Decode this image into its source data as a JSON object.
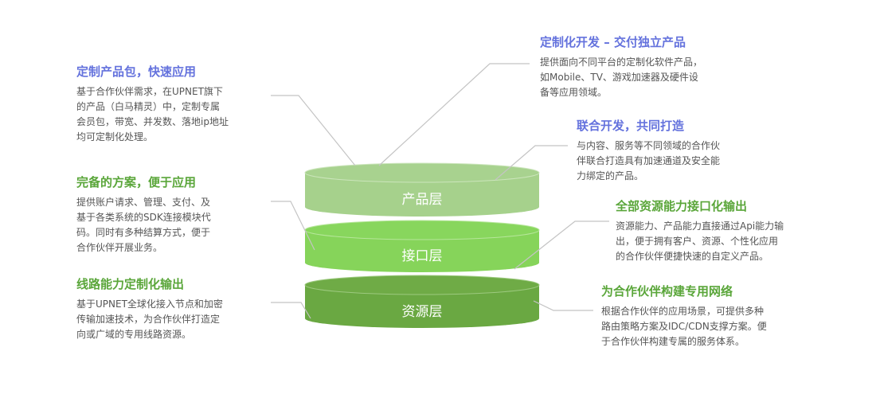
{
  "layers": [
    {
      "label": "产品层",
      "color": "#a6d18c"
    },
    {
      "label": "接口层",
      "color": "#86d45a"
    },
    {
      "label": "资源层",
      "color": "#6aa842"
    }
  ],
  "left_blocks": [
    {
      "title": "定制产品包，快速应用",
      "lines": [
        "基于合作伙伴需求，在UPNET旗下",
        "的产品（白马精灵）中，定制专属",
        "会员包，带宽、并发数、落地ip地址",
        "均可定制化处理。"
      ]
    },
    {
      "title": "完备的方案，便于应用",
      "lines": [
        "提供账户请求、管理、支付、及",
        "基于各类系统的SDK连接模块代",
        "码。同时有多种结算方式，便于",
        "合作伙伴开展业务。"
      ]
    },
    {
      "title": "线路能力定制化输出",
      "lines": [
        "基于UPNET全球化接入节点和加密",
        "传输加速技术，为合作伙伴打造定",
        "向或广域的专用线路资源。"
      ]
    }
  ],
  "right_blocks": [
    {
      "title": "定制化开发 – 交付独立产品",
      "lines": [
        "提供面向不同平台的定制化软件产品，",
        "如Mobile、TV、游戏加速器及硬件设",
        "备等应用领域。"
      ]
    },
    {
      "title": "联合开发，共同打造",
      "lines": [
        "与内容、服务等不同领域的合作伙",
        "伴联合打造具有加速通道及安全能",
        "力绑定的产品。"
      ]
    },
    {
      "title": "全部资源能力接口化输出",
      "lines": [
        "资源能力、产品能力直接通过Api能力输",
        "出，便于拥有客户、资源、个性化应用",
        "的合作伙伴便捷快速的自定义产品。"
      ]
    },
    {
      "title": "为合作伙伴构建专用网络",
      "lines": [
        "根据合作伙伴的应用场景，可提供多种",
        "路由策略方案及IDC/CDN支撑方案。便",
        "于合作伙伴构建专属的服务体系。"
      ]
    }
  ]
}
